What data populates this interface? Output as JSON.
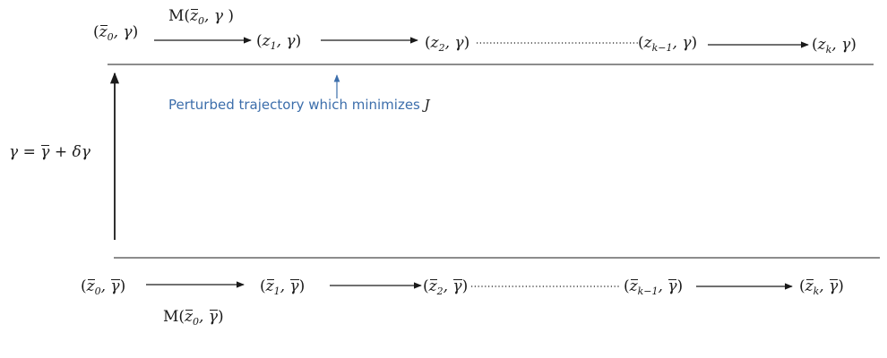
{
  "top_row": {
    "map_label": "M",
    "nodes": [
      "z",
      "z",
      "z",
      "z",
      "z"
    ],
    "subscripts": [
      "0",
      "1",
      "2",
      "k−1",
      "k"
    ],
    "param": "γ"
  },
  "bottom_row": {
    "map_label": "M",
    "nodes": [
      "z",
      "z",
      "z",
      "z",
      "z"
    ],
    "subscripts": [
      "0",
      "1",
      "2",
      "k−1",
      "k"
    ],
    "param": "γ"
  },
  "perturbation": {
    "lhs": "γ",
    "eq": "=",
    "bar_gamma": "γ",
    "plus": "+",
    "delta": "δγ"
  },
  "annotation": {
    "text": "Perturbed trajectory which minimizes",
    "symbol": "J",
    "color": "#3c6eab"
  }
}
